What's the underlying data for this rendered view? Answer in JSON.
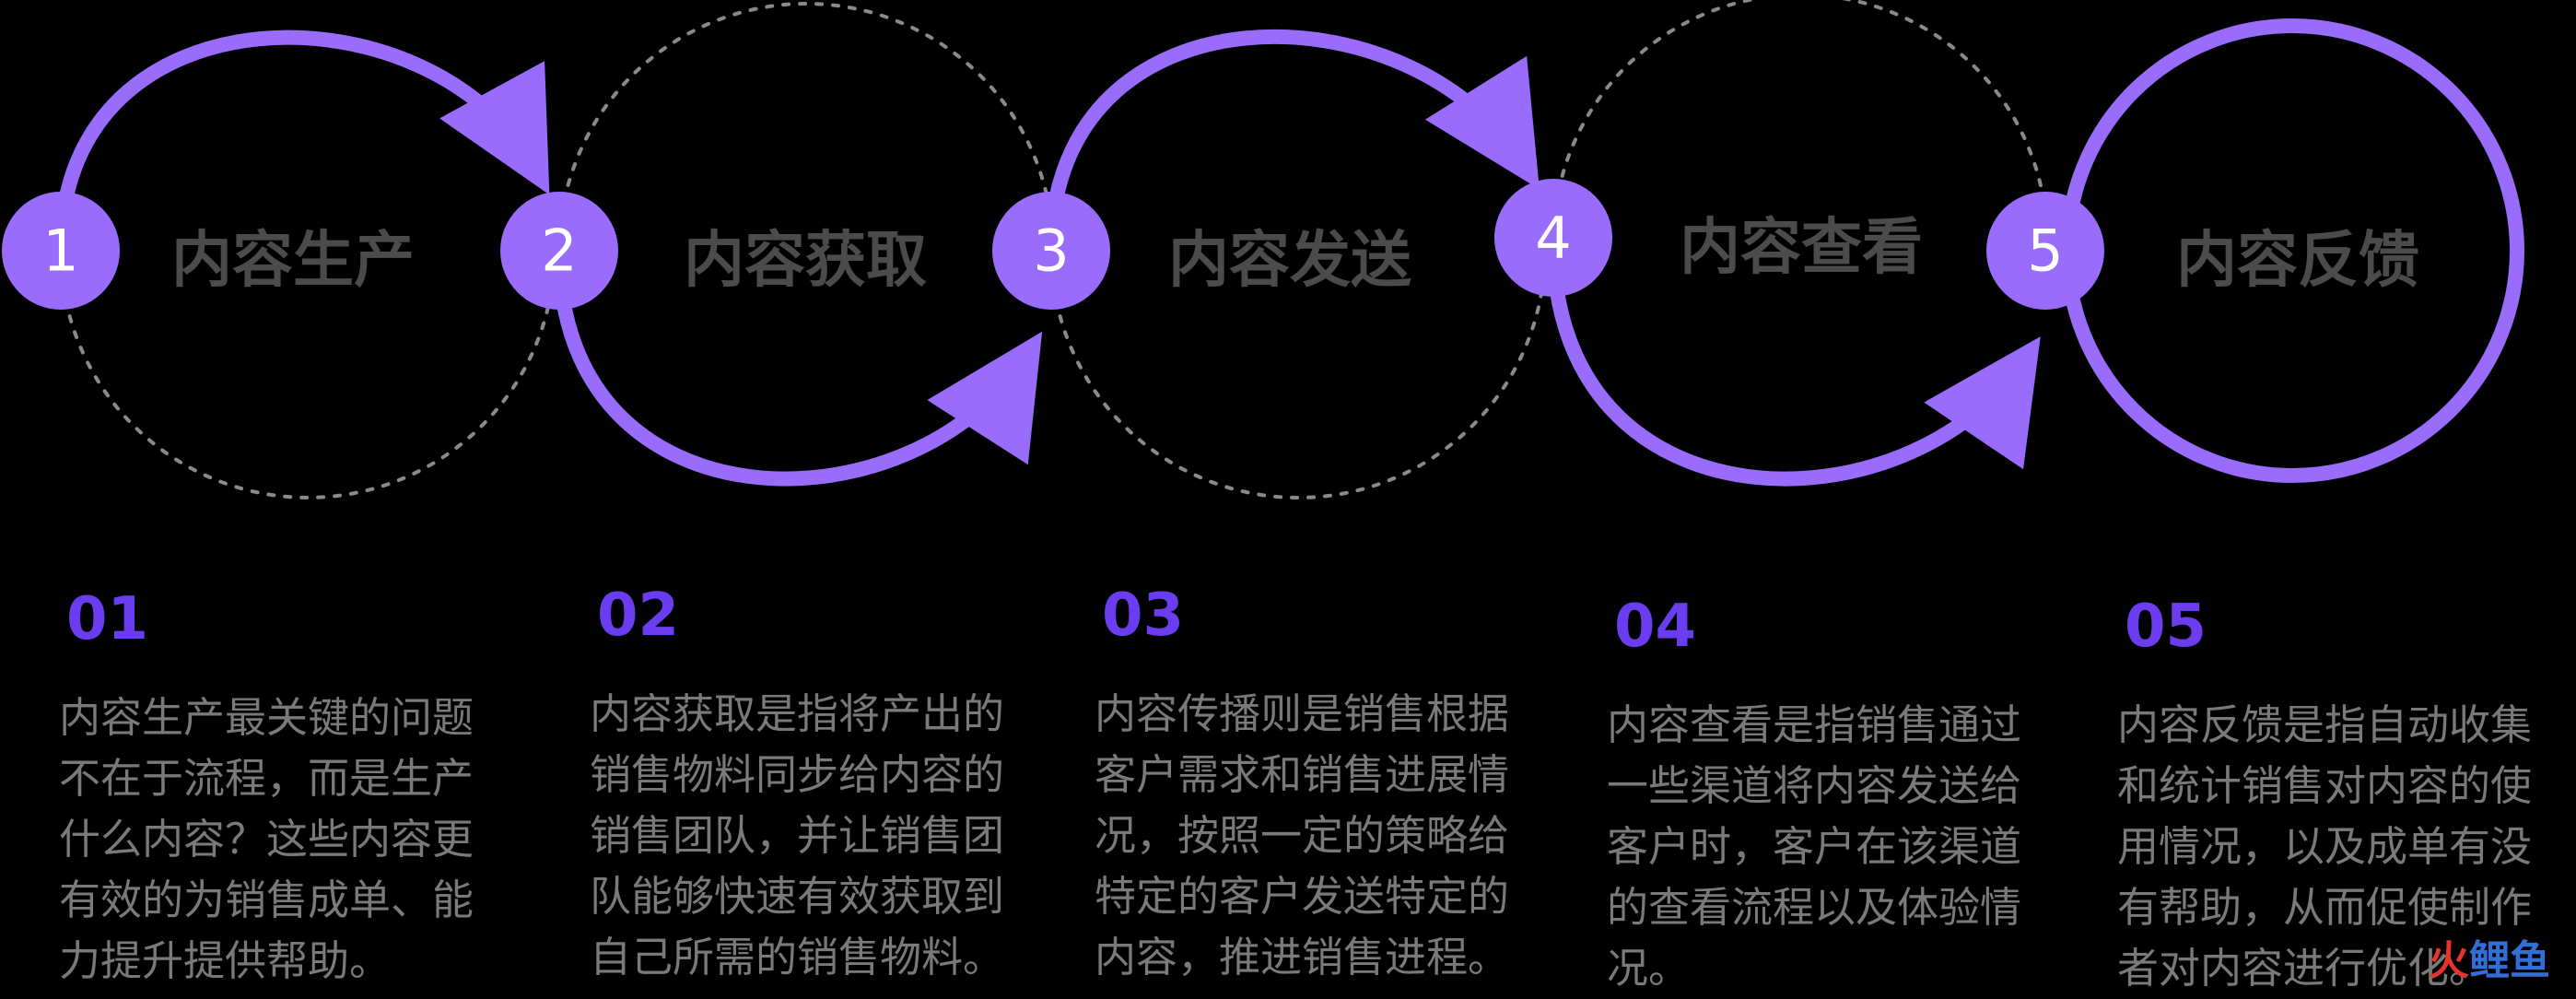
{
  "colors": {
    "accent": "#9a6cfb",
    "dashed": "#8a8a8a",
    "number_text": "#6b3df0",
    "title_text": "#4b4b4b",
    "desc_text": "#7a7a7a",
    "background": "#000000"
  },
  "stages": [
    {
      "step": "1",
      "title": "内容生产",
      "number": "01",
      "lines": [
        "内容生产最关键的问题",
        "不在于流程，而是生产",
        "什么内容？这些内容更",
        "有效的为销售成单、能",
        "力提升提供帮助。"
      ]
    },
    {
      "step": "2",
      "title": "内容获取",
      "number": "02",
      "lines": [
        "内容获取是指将产出的",
        "销售物料同步给内容的",
        "销售团队，并让销售团",
        "队能够快速有效获取到",
        "自己所需的销售物料。"
      ]
    },
    {
      "step": "3",
      "title": "内容发送",
      "number": "03",
      "lines": [
        "内容传播则是销售根据",
        "客户需求和销售进展情",
        "况，按照一定的策略给",
        "特定的客户发送特定的",
        "内容，推进销售进程。"
      ]
    },
    {
      "step": "4",
      "title": "内容查看",
      "number": "04",
      "lines": [
        "内容查看是指销售通过",
        "一些渠道将内容发送给",
        "客户时，客户在该渠道",
        "的查看流程以及体验情",
        "况。"
      ]
    },
    {
      "step": "5",
      "title": "内容反馈",
      "number": "05",
      "lines": [
        "内容反馈是指自动收集",
        "和统计销售对内容的使",
        "用情况，以及成单有没",
        "有帮助，从而促使制作",
        "者对内容进行优化。"
      ]
    }
  ],
  "watermark": {
    "part1": "火",
    "part2": "鲤鱼"
  }
}
